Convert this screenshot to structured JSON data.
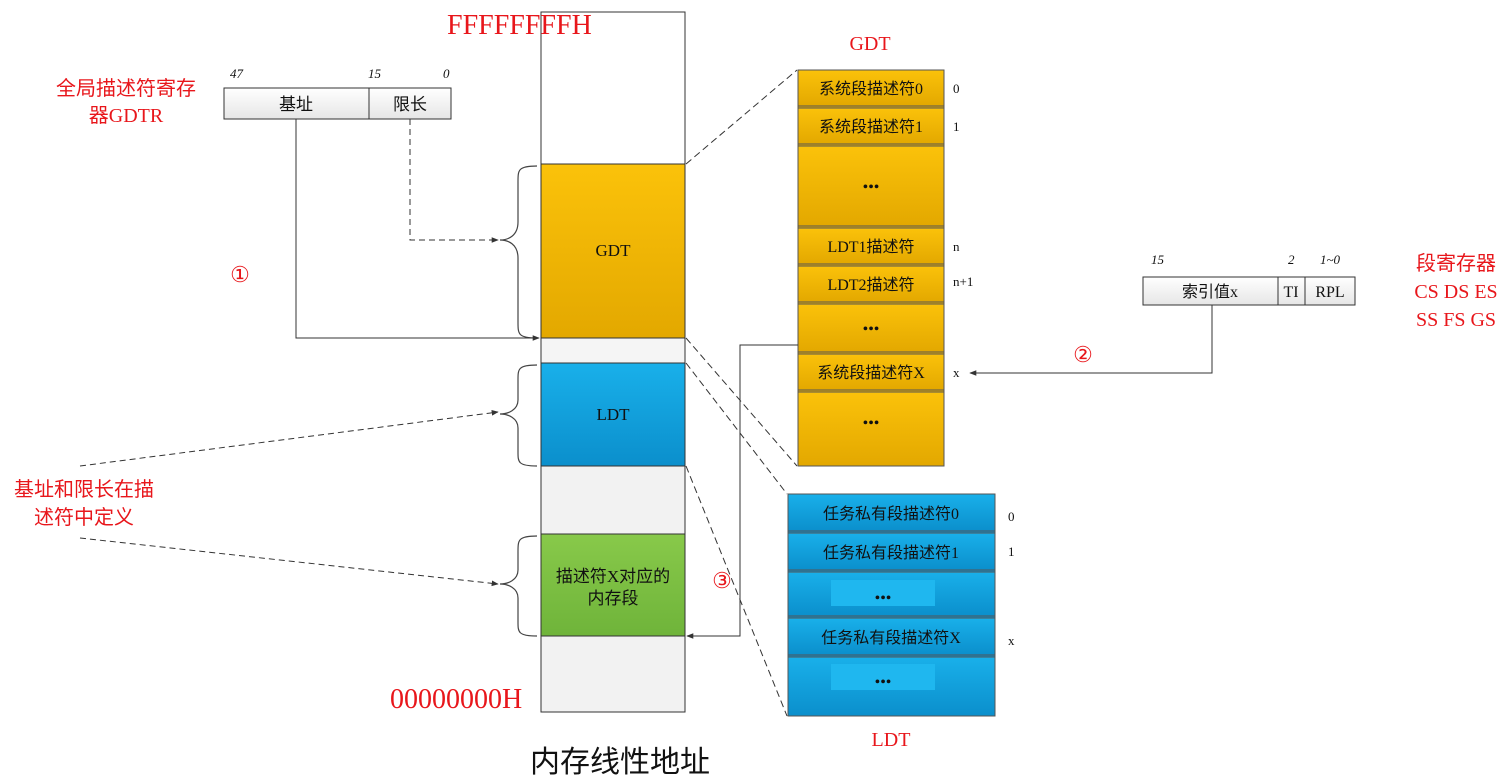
{
  "colors": {
    "red": "#e8161b",
    "gdt_gold": "#f2b400",
    "ldt_blue": "#12a3e0",
    "seg_green": "#7dc142",
    "mem_gray": "#f2f2f2",
    "line": "#333333"
  },
  "memory": {
    "top_address": "FFFFFFFFH",
    "bottom_address": "00000000H",
    "caption": "内存线性地址",
    "gdt_label": "GDT",
    "ldt_label": "LDT",
    "segment_label_line1": "描述符X对应的",
    "segment_label_line2": "内存段"
  },
  "gdtr": {
    "title_line1": "全局描述符寄存",
    "title_line2": "器GDTR",
    "bit_hi": "47",
    "bit_mid": "15",
    "bit_lo": "0",
    "base_label": "基址",
    "limit_label": "限长"
  },
  "gdt_table": {
    "title": "GDT",
    "entries": [
      "系统段描述符0",
      "系统段描述符1",
      "•••",
      "LDT1描述符",
      "LDT2描述符",
      "•••",
      "系统段描述符X",
      "•••"
    ],
    "indices": [
      "0",
      "1",
      "n",
      "n+1",
      "x"
    ]
  },
  "ldt_table": {
    "title": "LDT",
    "entries": [
      "任务私有段描述符0",
      "任务私有段描述符1",
      "•••",
      "任务私有段描述符X",
      "•••"
    ],
    "indices": [
      "0",
      "1",
      "x"
    ]
  },
  "selector": {
    "title_line1": "段寄存器",
    "title_line2": "CS DS ES",
    "title_line3": "SS FS GS",
    "bit_hi": "15",
    "bit_mid": "2",
    "bit_lo": "1~0",
    "index_label": "索引值x",
    "ti_label": "TI",
    "rpl_label": "RPL"
  },
  "annotation": {
    "line1": "基址和限长在描",
    "line2": "述符中定义"
  },
  "steps": [
    "①",
    "②",
    "③"
  ]
}
